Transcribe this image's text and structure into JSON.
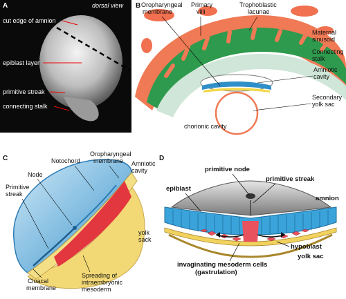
{
  "panels": {
    "a": {
      "letter": "A",
      "view": "dorsal view",
      "labels": [
        "cut edge of amnion",
        "epiblast layer",
        "primitive streak",
        "connecting stalk"
      ]
    },
    "b": {
      "letter": "B",
      "labels": {
        "oropharyngeal": [
          "Oropharyngeal",
          "membrane"
        ],
        "villi": [
          "Primary",
          "villi"
        ],
        "lacunae": [
          "Trophoblastic",
          "lacunae"
        ],
        "sinusoid": [
          "Maternal",
          "sinusoid"
        ],
        "stalk": [
          "Connecting",
          "stalk"
        ],
        "amniotic": [
          "Amniotic",
          "cavity"
        ],
        "yolk": [
          "Secondary",
          "yolk sac"
        ],
        "chorionic": "chorionic cavity"
      }
    },
    "c": {
      "letter": "C",
      "labels": {
        "notochord": "Notochord",
        "oropharyngeal": [
          "Oropharyngeal",
          "membrane"
        ],
        "amniotic": [
          "Amniotic",
          "cavity"
        ],
        "node": "Node",
        "streak": [
          "Primitive",
          "streak"
        ],
        "yolk": [
          "yolk",
          "sack"
        ],
        "cloacal": [
          "Cloacal",
          "membrane"
        ],
        "spreading": [
          "Spreading of",
          "intraembryonic",
          "mesoderm"
        ]
      }
    },
    "d": {
      "letter": "D",
      "labels": {
        "node": "primitive node",
        "streak": "primitive streak",
        "epiblast": "epiblast",
        "amnion": "amnion",
        "hypoblast": "hypoblast",
        "yolk": "yolk sac",
        "invaginating": [
          "invaginating mesoderm cells",
          "(gastrulation)"
        ]
      }
    }
  }
}
